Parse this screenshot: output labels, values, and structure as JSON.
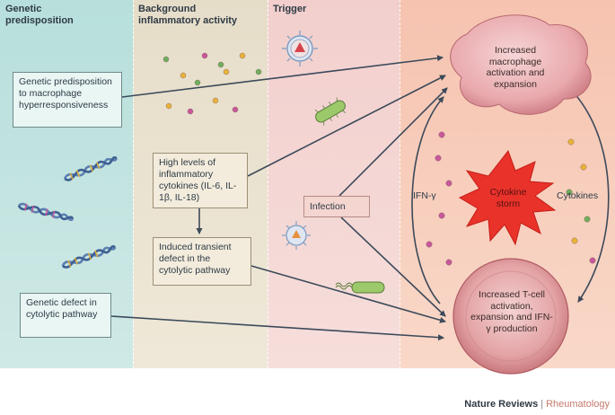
{
  "columns": {
    "genetic": "Genetic\npredisposition",
    "background": "Background\ninflammatory activity",
    "trigger": "Trigger"
  },
  "boxes": {
    "genetic_hyper": "Genetic predisposition to macrophage hyperresponsiveness",
    "high_levels": "High levels of inflammatory cytokines (IL-6, IL-1β, IL-18)",
    "induced_defect": "Induced transient defect in the cytolytic pathway",
    "genetic_defect": "Genetic defect in cytolytic pathway",
    "infection": "Infection"
  },
  "cells": {
    "macrophage": "Increased macrophage activation and expansion",
    "tcell": "Increased T-cell activation, expansion and IFN-γ production",
    "storm": "Cytokine storm"
  },
  "labels": {
    "ifn": "IFN-γ",
    "cytokines": "Cytokines"
  },
  "footer": {
    "publisher": "Nature Reviews",
    "journal": "Rheumatology"
  },
  "icons": [
    "virus-icon",
    "bacterium-icon",
    "dna-icon"
  ],
  "colors": {
    "genetic_band": "#b7dfdb",
    "background_band": "#e6ddc9",
    "trigger_band": "#f2cfcd",
    "outcome_band": "#f6c3b0",
    "storm": "#e8322a",
    "arrow": "#3c4a5a"
  }
}
